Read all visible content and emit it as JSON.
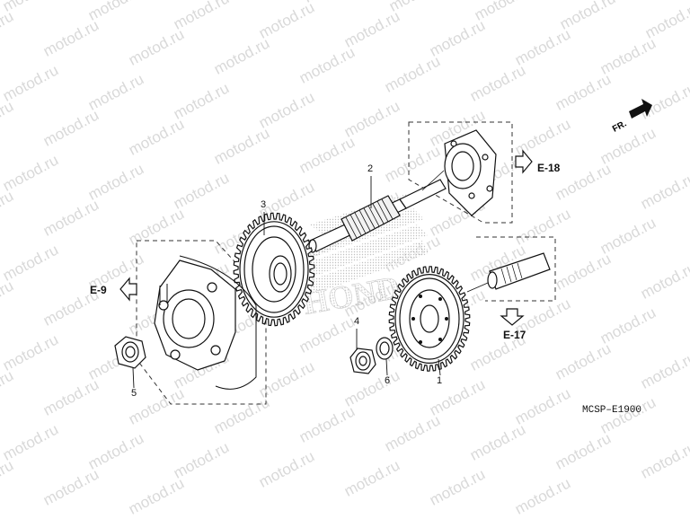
{
  "watermark_text": "motod.ru",
  "fr_label": "FR.",
  "diagram_code": "MCSP–E1900",
  "callouts": [
    "1",
    "2",
    "3",
    "4",
    "5",
    "6"
  ],
  "refs": {
    "e18": "E-18",
    "e9": "E-9",
    "e17": "E-17"
  },
  "logo_text": "HONDA"
}
